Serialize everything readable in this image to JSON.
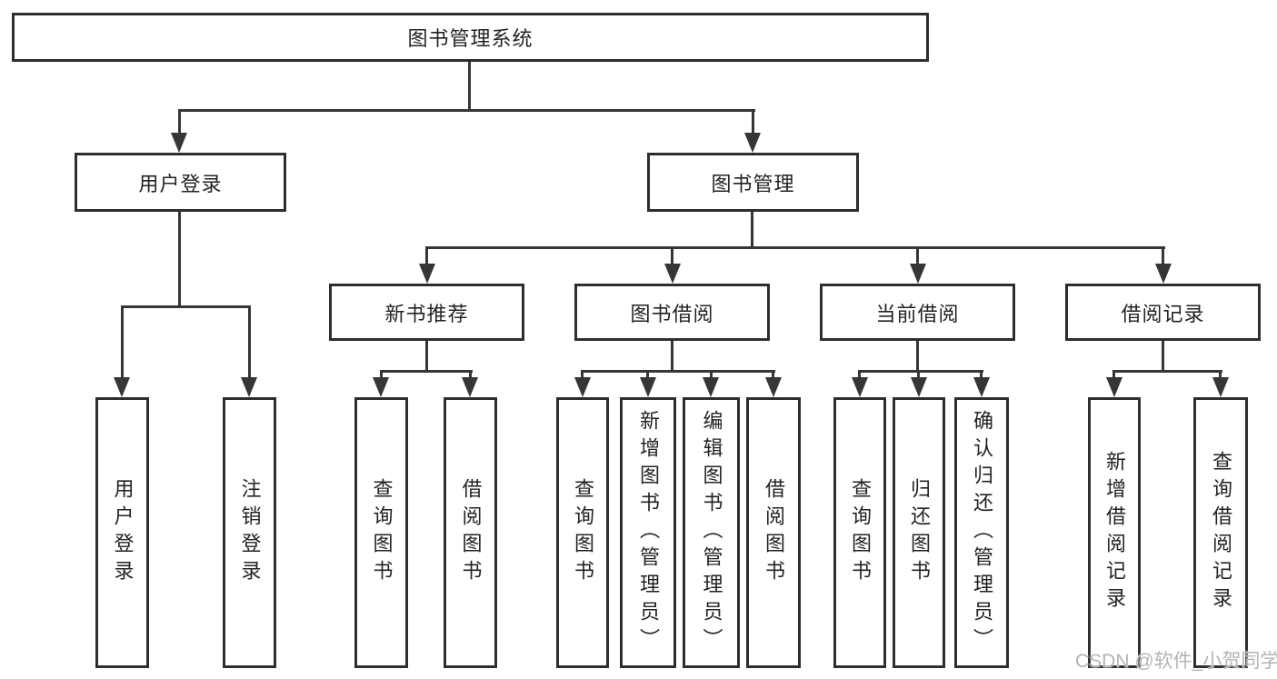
{
  "root": {
    "label": "图书管理系统"
  },
  "level2": {
    "user_login": {
      "label": "用户登录"
    },
    "book_mgmt": {
      "label": "图书管理"
    }
  },
  "level3": {
    "new_book_rec": {
      "label": "新书推荐"
    },
    "book_borrowing": {
      "label": "图书借阅"
    },
    "current_borrowing": {
      "label": "当前借阅"
    },
    "borrowing_records": {
      "label": "借阅记录"
    }
  },
  "leaves": {
    "user_login": [
      "用户登录",
      "注销登录"
    ],
    "new_book_rec": [
      "查询图书",
      "借阅图书"
    ],
    "book_borrowing": [
      "查询图书",
      "新增图书（管理员）",
      "编辑图书（管理员）",
      "借阅图书"
    ],
    "current_borrowing": [
      "查询图书",
      "归还图书",
      "确认归还（管理员）"
    ],
    "borrowing_records": [
      "新增借阅记录",
      "查询借阅记录"
    ]
  },
  "watermark": {
    "text": "CSDN @软件_小贺同学"
  },
  "colors": {
    "line": "#363636",
    "border": "#2e2e2e",
    "text": "#232323",
    "watermark": "#b4b4b4",
    "bg": "#ffffff"
  }
}
